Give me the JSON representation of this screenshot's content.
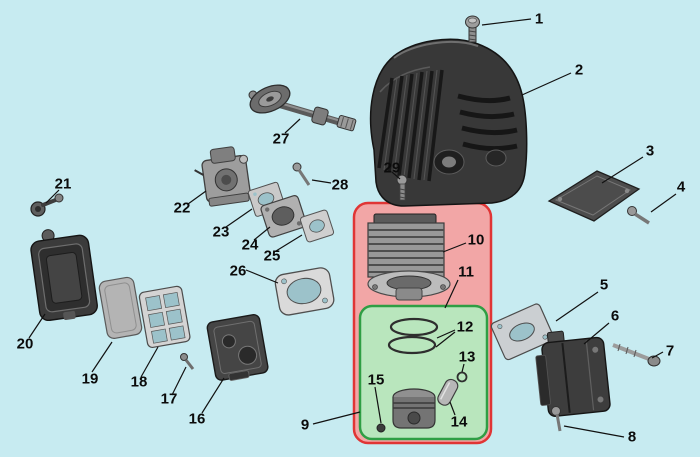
{
  "diagram": {
    "kind": "engine-exploded-parts-diagram",
    "background_color": "#c7ebf1",
    "highlights": {
      "red_region": {
        "stroke": "#e03535",
        "fill": "#f2a6a6"
      },
      "green_region": {
        "stroke": "#2f9e44",
        "fill": "#b9e6bd"
      }
    },
    "labels": [
      {
        "text": "1"
      },
      {
        "text": "2"
      },
      {
        "text": "3"
      },
      {
        "text": "4"
      },
      {
        "text": "5"
      },
      {
        "text": "6"
      },
      {
        "text": "7"
      },
      {
        "text": "8"
      },
      {
        "text": "9"
      },
      {
        "text": "10"
      },
      {
        "text": "11"
      },
      {
        "text": "12"
      },
      {
        "text": "13"
      },
      {
        "text": "14"
      },
      {
        "text": "15"
      },
      {
        "text": "16"
      },
      {
        "text": "17"
      },
      {
        "text": "18"
      },
      {
        "text": "19"
      },
      {
        "text": "20"
      },
      {
        "text": "21"
      },
      {
        "text": "22"
      },
      {
        "text": "23"
      },
      {
        "text": "24"
      },
      {
        "text": "25"
      },
      {
        "text": "26"
      },
      {
        "text": "27"
      },
      {
        "text": "28"
      },
      {
        "text": "29"
      }
    ]
  }
}
